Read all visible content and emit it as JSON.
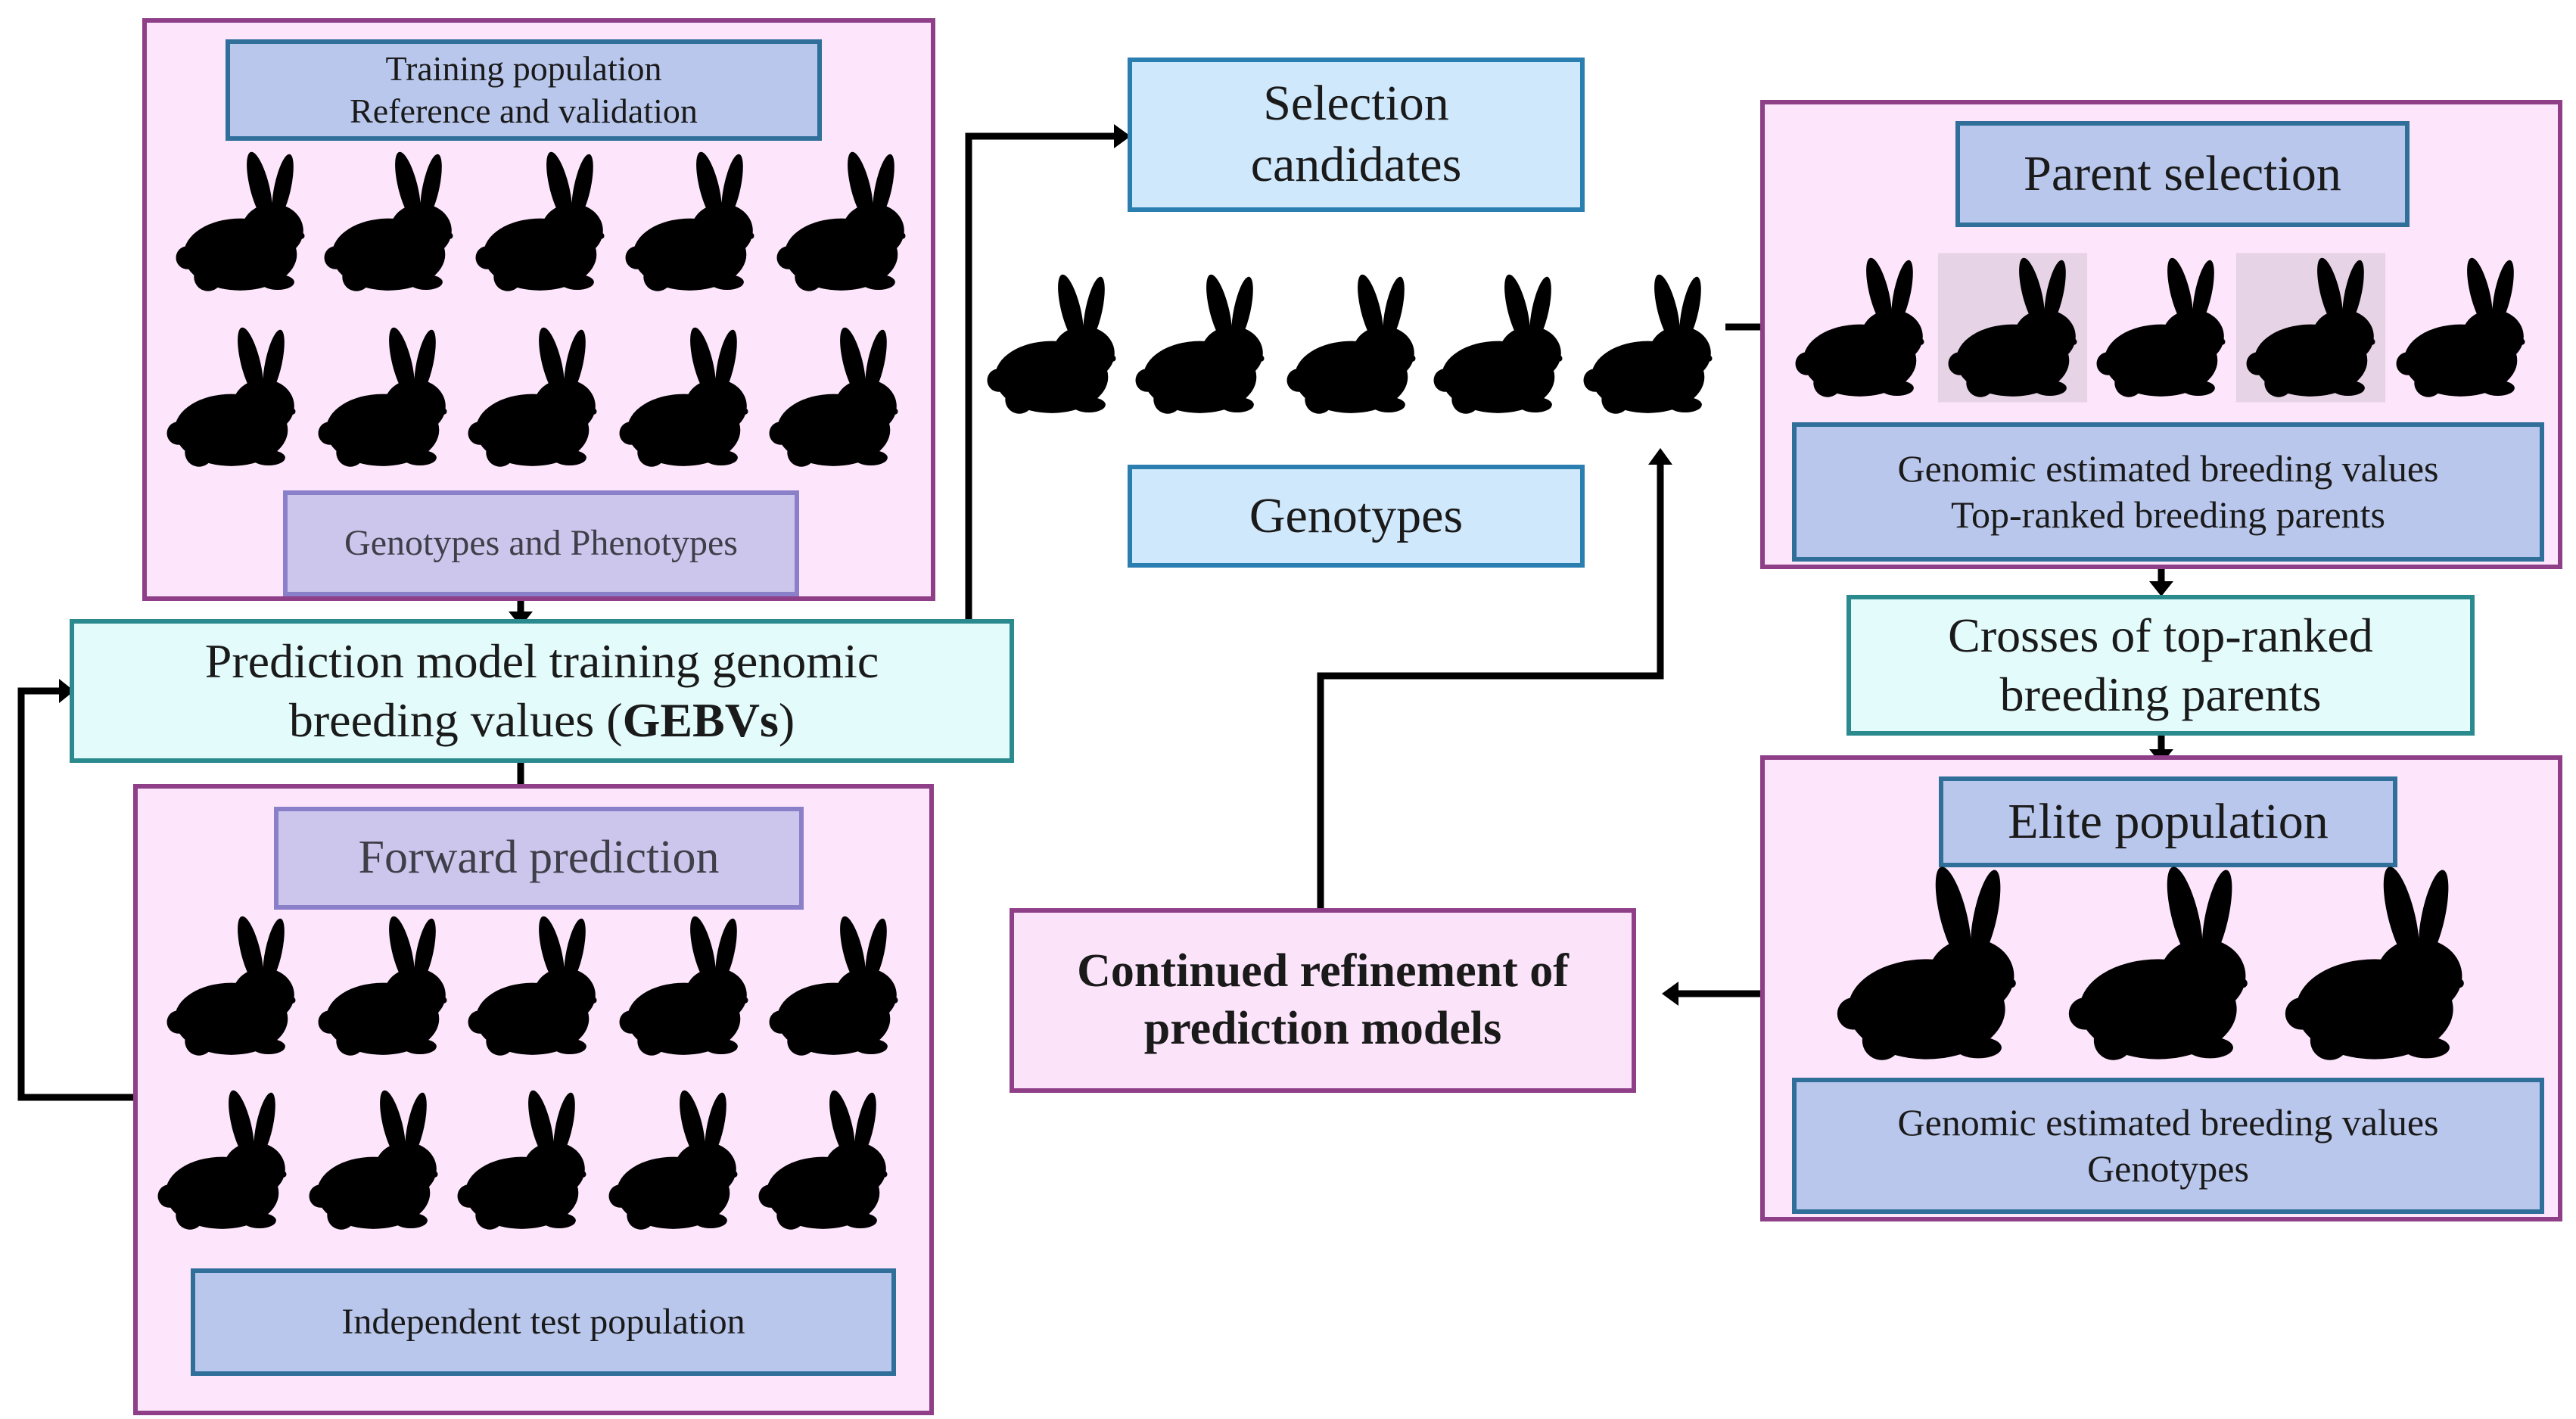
{
  "training_panel": {
    "title_lines": [
      "Training population",
      "Reference and validation"
    ],
    "footer": "Genotypes and Phenotypes"
  },
  "prediction_model": {
    "line1": "Prediction model training genomic",
    "line2_prefix": "breeding values (",
    "line2_bold": "GEBVs",
    "line2_suffix": ")"
  },
  "forward_panel": {
    "title": "Forward prediction",
    "footer": "Independent test population"
  },
  "selection_candidates": {
    "lines": [
      "Selection",
      "candidates"
    ],
    "genotypes_label": "Genotypes"
  },
  "parent_panel": {
    "title": "Parent selection",
    "footer_lines": [
      "Genomic estimated breeding values",
      "Top-ranked breeding parents"
    ]
  },
  "crosses": {
    "lines": [
      "Crosses of top-ranked",
      "breeding parents"
    ]
  },
  "elite_panel": {
    "title": "Elite population",
    "footer_lines": [
      "Genomic estimated breeding values",
      "Genotypes"
    ]
  },
  "refinement": {
    "lines": [
      "Continued refinement of",
      "prediction models"
    ]
  },
  "icons": {
    "rabbit": "rabbit-icon",
    "arrow": "arrow-icon"
  },
  "colors": {
    "panel_fill": "#fde6fb",
    "panel_border": "#8e3f88",
    "label_blue": "#b9c7ec",
    "label_sky": "#cfe8fb",
    "label_cyan": "#e3fbfb"
  }
}
